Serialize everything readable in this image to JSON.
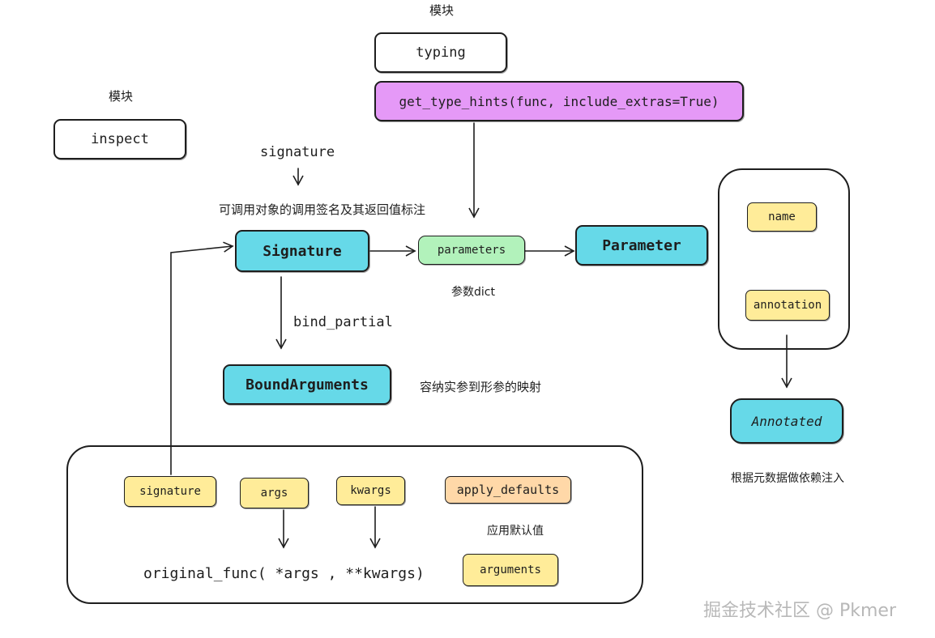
{
  "modules": {
    "typing": {
      "label_cn": "模块",
      "name": "typing"
    },
    "inspect": {
      "label_cn": "模块",
      "name": "inspect"
    }
  },
  "nodes": {
    "get_type_hints": "get_type_hints(func, include_extras=True)",
    "signature_func": "signature",
    "signature_desc": "可调用对象的调用签名及其返回值标注",
    "signature_class": "Signature",
    "parameters": "parameters",
    "parameters_desc": "参数dict",
    "parameter_class": "Parameter",
    "param_name": "name",
    "param_annotation": "annotation",
    "annotated": "Annotated",
    "annotated_desc": "根据元数据做依赖注入",
    "bind_partial": "bind_partial",
    "bound_arguments": "BoundArguments",
    "bound_desc": "容纳实参到形参的映射"
  },
  "bound_members": {
    "signature": "signature",
    "args": "args",
    "kwargs": "kwargs",
    "apply_defaults": "apply_defaults",
    "apply_defaults_desc": "应用默认值",
    "arguments": "arguments",
    "call": "original_func( *args  , **kwargs)"
  },
  "watermark": "掘金技术社区 @ Pkmer",
  "colors": {
    "stroke": "#1e1e1e",
    "cyan": "#66d9e8",
    "purple": "#e599f7",
    "green": "#b2f2bb",
    "yellow": "#ffec99",
    "orange": "#ffd8a8",
    "watermark": "#b8b8b8"
  }
}
